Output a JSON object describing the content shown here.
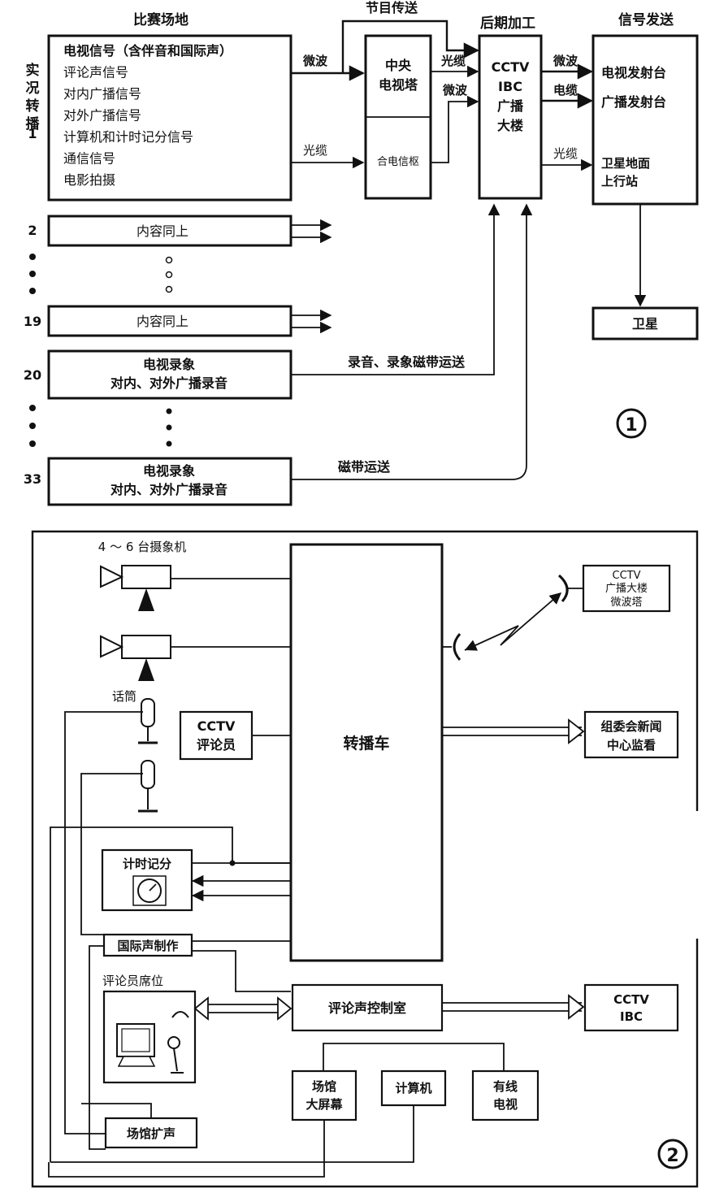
{
  "diagram1": {
    "header_venue": "比赛场地",
    "header_program_feed": "节目传送",
    "header_postproduction": "后期加工",
    "header_transmission": "信号发送",
    "live_label": "实况转播",
    "venue_index_first": "1",
    "venue_signals": [
      "电视信号（含伴音和国际声）",
      "评论声信号",
      "对内广播信号",
      "对外广播信号",
      "计算机和计时记分信号",
      "通信信号",
      "电影拍摄"
    ],
    "link_microwave": "微波",
    "link_fiber": "光缆",
    "link_fiber_2": "光缆",
    "link_fiber_3": "光缆",
    "link_microwave_2": "微波",
    "link_microwave_3": "微波",
    "link_cable": "电缆",
    "cctv_tower": "中央电视塔",
    "telecom_hub": "合电信枢",
    "cctv_ibc": [
      "CCTV",
      "IBC",
      "广播",
      "大楼"
    ],
    "tx_tv": "电视发射台",
    "tx_radio": "广播发射台",
    "tx_satellite_ground": [
      "卫星地面",
      "上行站"
    ],
    "satellite": "卫星",
    "row2_index": "2",
    "row2_text": "内容同上",
    "row19_index": "19",
    "row19_text": "内容同上",
    "row20_index": "20",
    "row20_lines": [
      "电视录象",
      "对内、对外广播录音"
    ],
    "tape_delivery_1": "录音、录象磁带运送",
    "row33_index": "33",
    "row33_lines": [
      "电视录象",
      "对内、对外广播录音"
    ],
    "tape_delivery_2": "磁带运送",
    "figure_number": "①"
  },
  "diagram2": {
    "cameras_label": "4 ～ 6 台摄象机",
    "relay_tower": [
      "CCTV",
      "广播大楼",
      "微波塔"
    ],
    "microphone_label": "话筒",
    "cctv_commentator": [
      "CCTV",
      "评论员"
    ],
    "ob_van": "转播车",
    "organizing_committee": [
      "组委会新闻",
      "中心监看"
    ],
    "timing_scoring": "计时记分",
    "intl_sound": "国际声制作",
    "commentator_position": "评论员席位",
    "commentary_control": "评论声控制室",
    "cctv_ibc": [
      "CCTV",
      "IBC"
    ],
    "venue_screen": [
      "场馆",
      "大屏幕"
    ],
    "computer": "计算机",
    "cable_tv": [
      "有线",
      "电视"
    ],
    "venue_pa": "场馆扩声",
    "figure_number": "②"
  }
}
